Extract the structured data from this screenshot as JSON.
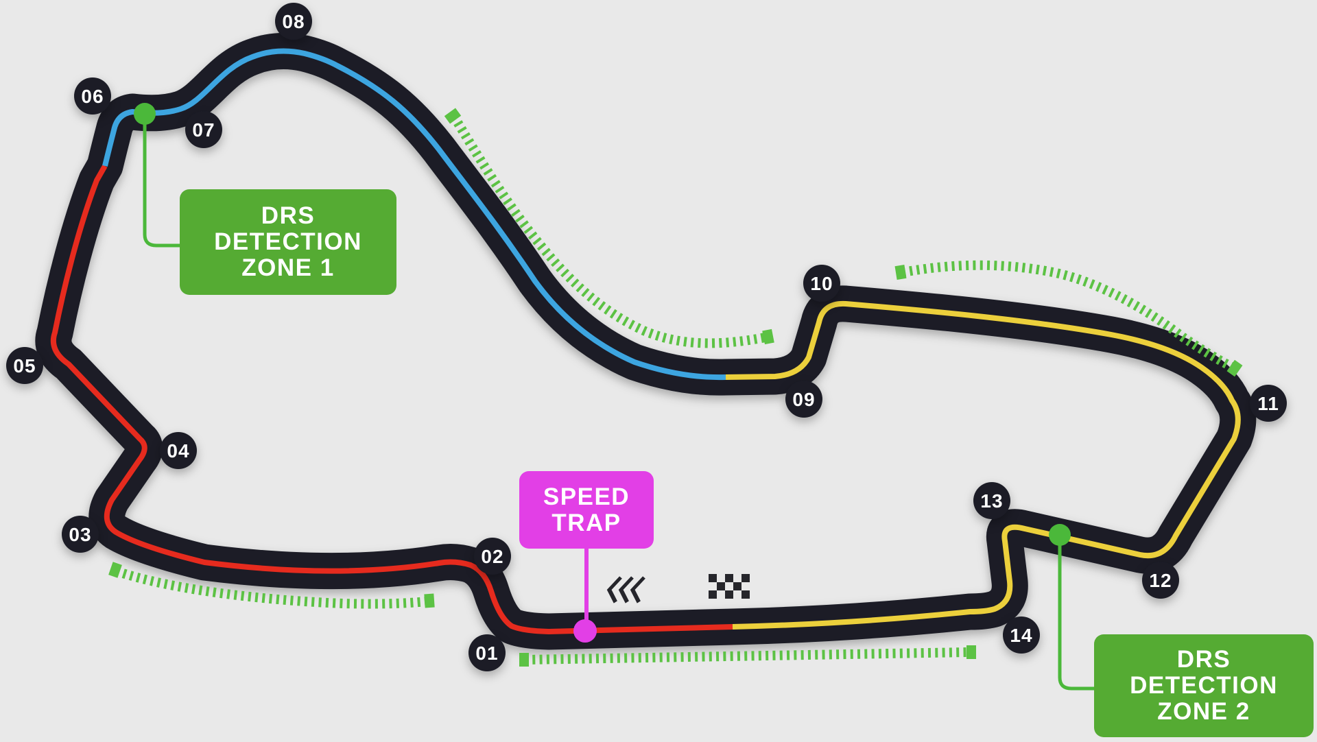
{
  "page": {
    "background_color": "#e9e9e9"
  },
  "track": {
    "turn_labels": [
      "01",
      "02",
      "03",
      "04",
      "05",
      "06",
      "07",
      "08",
      "09",
      "10",
      "11",
      "12",
      "13",
      "14"
    ],
    "track_color": "#1a1c25",
    "sectors": {
      "sector1_color": "#e62b1e",
      "sector2_color": "#3da5e0",
      "sector3_color": "#ecd03c"
    },
    "drs_zone_color": "#5cc244",
    "detection_point_color": "#4bb83a"
  },
  "annotations": {
    "drs_detection_zone_1": {
      "lines": [
        "DRS",
        "DETECTION",
        "ZONE 1"
      ],
      "color": "#55ab33",
      "text_color": "#ffffff"
    },
    "drs_detection_zone_2": {
      "lines": [
        "DRS",
        "DETECTION",
        "ZONE 2"
      ],
      "color": "#55ab33",
      "text_color": "#ffffff"
    },
    "speed_trap": {
      "lines": [
        "SPEED",
        "TRAP"
      ],
      "color": "#e23fe6",
      "text_color": "#ffffff"
    },
    "icons": {
      "checkered_flag": "start-finish-line",
      "chevrons": "race-direction-left"
    }
  }
}
